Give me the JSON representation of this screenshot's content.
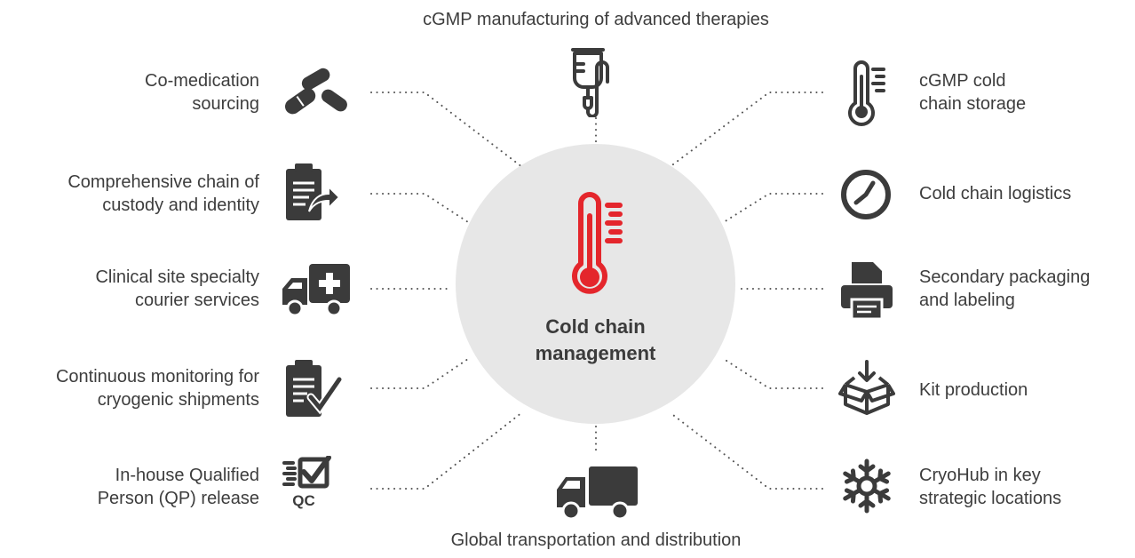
{
  "center": {
    "title_line1": "Cold chain",
    "title_line2": "management",
    "icon": "thermometer-icon",
    "accent": "#e4262c"
  },
  "top": {
    "label": "cGMP manufacturing of advanced therapies",
    "icon": "iv-bag-icon"
  },
  "bottom": {
    "label": "Global transportation and distribution",
    "icon": "truck-icon"
  },
  "left": [
    {
      "line1": "Co-medication",
      "line2": "sourcing",
      "icon": "pills-icon"
    },
    {
      "line1": "Comprehensive chain of",
      "line2": "custody and identity",
      "icon": "clipboard-arrow-icon"
    },
    {
      "line1": "Clinical site specialty",
      "line2": "courier services",
      "icon": "ambulance-icon"
    },
    {
      "line1": "Continuous monitoring for",
      "line2": "cryogenic shipments",
      "icon": "clipboard-check-icon"
    },
    {
      "line1": "In-house Qualified",
      "line2": "Person (QP) release",
      "icon": "qc-checklist-icon",
      "icon_text": "QC"
    }
  ],
  "right": [
    {
      "line1": "cGMP cold",
      "line2": "chain storage",
      "icon": "thermometer-icon"
    },
    {
      "line1": "Cold chain logistics",
      "line2": "",
      "icon": "clock-icon"
    },
    {
      "line1": "Secondary packaging",
      "line2": "and labeling",
      "icon": "printer-icon"
    },
    {
      "line1": "Kit production",
      "line2": "",
      "icon": "open-box-icon"
    },
    {
      "line1": "CryoHub in key",
      "line2": "strategic locations",
      "icon": "snowflake-icon"
    }
  ],
  "colors": {
    "icon": "#3b3b3b",
    "text": "#3d3d3d",
    "hub": "#e7e7e7",
    "accent": "#e4262c"
  }
}
